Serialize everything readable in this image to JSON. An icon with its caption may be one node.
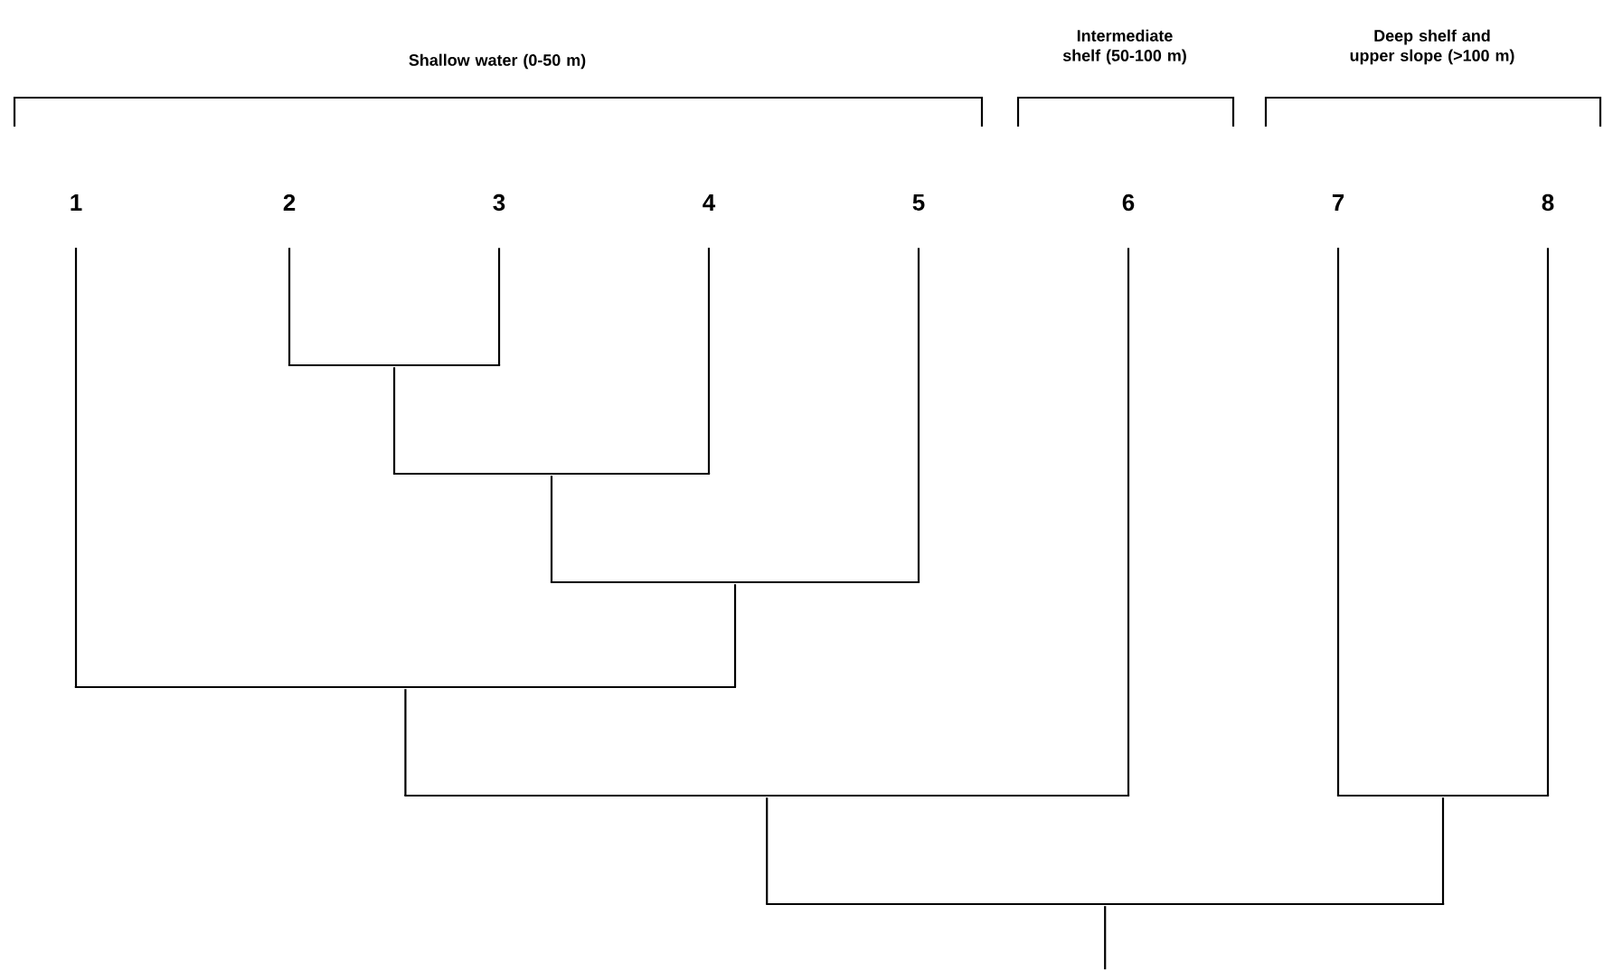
{
  "diagram": {
    "nodes": [
      {
        "text": [
          "1"
        ]
      },
      {
        "text": [
          "2"
        ]
      },
      {
        "text": [
          "3"
        ]
      },
      {
        "text": [
          "4"
        ]
      },
      {
        "text": [
          "5"
        ]
      },
      {
        "text": [
          "6"
        ]
      },
      {
        "text": [
          "7"
        ]
      },
      {
        "text": [
          "8"
        ]
      },
      {
        "text": [],
        "shape": "bar"
      },
      {
        "text": [],
        "shape": "bar"
      },
      {
        "text": [],
        "shape": "bar"
      },
      {
        "text": [],
        "shape": "bar"
      },
      {
        "text": [],
        "shape": "bar"
      },
      {
        "text": [],
        "shape": "bar"
      },
      {
        "text": [],
        "shape": "bar"
      }
    ],
    "edges": [
      {
        "from": 1,
        "to": 8,
        "arrow": "none"
      },
      {
        "from": 2,
        "to": 8,
        "arrow": "none"
      },
      {
        "from": 8,
        "to": 9,
        "arrow": "none"
      },
      {
        "from": 3,
        "to": 9,
        "arrow": "none"
      },
      {
        "from": 9,
        "to": 10,
        "arrow": "none"
      },
      {
        "from": 4,
        "to": 10,
        "arrow": "none"
      },
      {
        "from": 0,
        "to": 11,
        "arrow": "none"
      },
      {
        "from": 10,
        "to": 11,
        "arrow": "none"
      },
      {
        "from": 11,
        "to": 12,
        "arrow": "none"
      },
      {
        "from": 5,
        "to": 12,
        "arrow": "none"
      },
      {
        "from": 6,
        "to": 13,
        "arrow": "none"
      },
      {
        "from": 7,
        "to": 13,
        "arrow": "none"
      },
      {
        "from": 12,
        "to": 14,
        "arrow": "none"
      },
      {
        "from": 13,
        "to": 14,
        "arrow": "none"
      },
      {
        "from": 14,
        "to": null,
        "arrow": "none"
      }
    ],
    "labels": [
      "Shallow water (0-50 m)",
      "Intermediate shelf (50-100 m)",
      "Deep shelf and upper slope (>100 m)"
    ]
  }
}
